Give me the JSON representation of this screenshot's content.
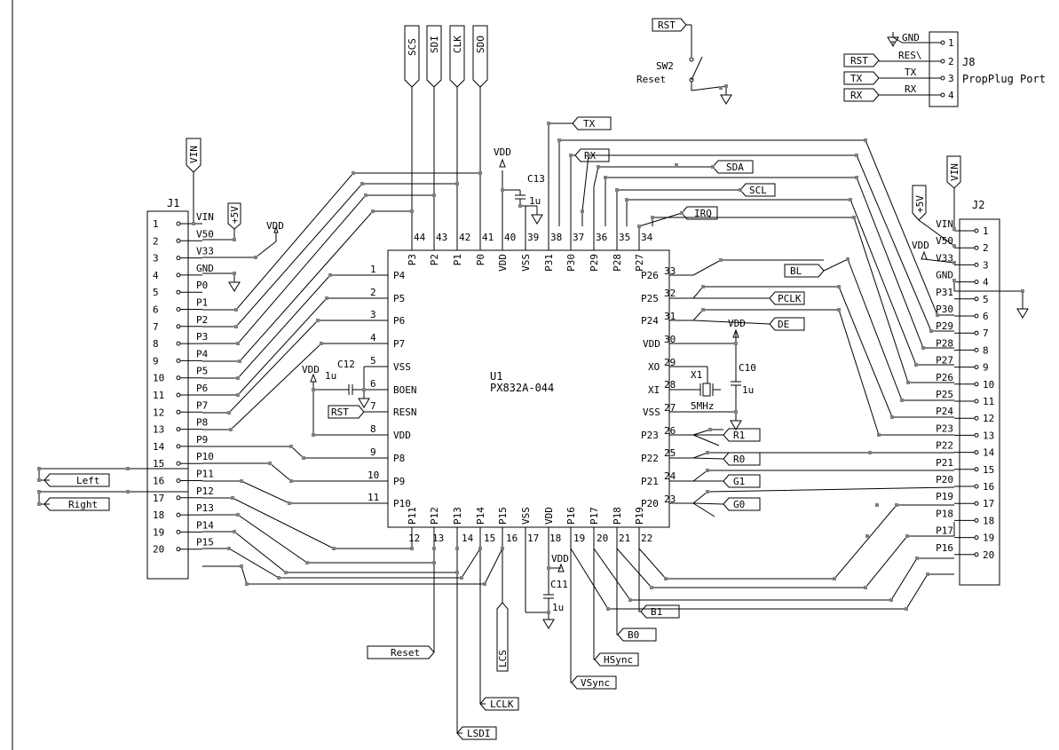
{
  "u1": {
    "ref": "U1",
    "part": "PX832A-044"
  },
  "u1_pins": [
    {
      "num": "1",
      "name": "P4"
    },
    {
      "num": "2",
      "name": "P5"
    },
    {
      "num": "3",
      "name": "P6"
    },
    {
      "num": "4",
      "name": "P7"
    },
    {
      "num": "5",
      "name": "VSS"
    },
    {
      "num": "6",
      "name": "BOEN"
    },
    {
      "num": "7",
      "name": "RESN"
    },
    {
      "num": "8",
      "name": "VDD"
    },
    {
      "num": "9",
      "name": "P8"
    },
    {
      "num": "10",
      "name": "P9"
    },
    {
      "num": "11",
      "name": "P10"
    },
    {
      "num": "12",
      "name": "P11"
    },
    {
      "num": "13",
      "name": "P12"
    },
    {
      "num": "14",
      "name": "P13"
    },
    {
      "num": "15",
      "name": "P14"
    },
    {
      "num": "16",
      "name": "P15"
    },
    {
      "num": "17",
      "name": "VSS"
    },
    {
      "num": "18",
      "name": "VDD"
    },
    {
      "num": "19",
      "name": "P16"
    },
    {
      "num": "20",
      "name": "P17"
    },
    {
      "num": "21",
      "name": "P18"
    },
    {
      "num": "22",
      "name": "P19"
    },
    {
      "num": "23",
      "name": "P20"
    },
    {
      "num": "24",
      "name": "P21"
    },
    {
      "num": "25",
      "name": "P22"
    },
    {
      "num": "26",
      "name": "P23"
    },
    {
      "num": "27",
      "name": "VSS"
    },
    {
      "num": "28",
      "name": "XI"
    },
    {
      "num": "29",
      "name": "XO"
    },
    {
      "num": "30",
      "name": "VDD"
    },
    {
      "num": "31",
      "name": "P24"
    },
    {
      "num": "32",
      "name": "P25"
    },
    {
      "num": "33",
      "name": "P26"
    },
    {
      "num": "34",
      "name": "P27"
    },
    {
      "num": "35",
      "name": "P28"
    },
    {
      "num": "36",
      "name": "P29"
    },
    {
      "num": "37",
      "name": "P30"
    },
    {
      "num": "38",
      "name": "P31"
    },
    {
      "num": "39",
      "name": "VSS"
    },
    {
      "num": "40",
      "name": "VDD"
    },
    {
      "num": "41",
      "name": "P0"
    },
    {
      "num": "42",
      "name": "P1"
    },
    {
      "num": "43",
      "name": "P2"
    },
    {
      "num": "44",
      "name": "P3"
    }
  ],
  "j1": {
    "ref": "J1",
    "pins": [
      {
        "num": "1",
        "name": "VIN"
      },
      {
        "num": "2",
        "name": "V50"
      },
      {
        "num": "3",
        "name": "V33"
      },
      {
        "num": "4",
        "name": "GND"
      },
      {
        "num": "5",
        "name": "P0"
      },
      {
        "num": "6",
        "name": "P1"
      },
      {
        "num": "7",
        "name": "P2"
      },
      {
        "num": "8",
        "name": "P3"
      },
      {
        "num": "9",
        "name": "P4"
      },
      {
        "num": "10",
        "name": "P5"
      },
      {
        "num": "11",
        "name": "P6"
      },
      {
        "num": "12",
        "name": "P7"
      },
      {
        "num": "13",
        "name": "P8"
      },
      {
        "num": "14",
        "name": "P9"
      },
      {
        "num": "15",
        "name": "P10"
      },
      {
        "num": "16",
        "name": "P11"
      },
      {
        "num": "17",
        "name": "P12"
      },
      {
        "num": "18",
        "name": "P13"
      },
      {
        "num": "19",
        "name": "P14"
      },
      {
        "num": "20",
        "name": "P15"
      }
    ]
  },
  "j2": {
    "ref": "J2",
    "pins": [
      {
        "num": "1",
        "name": "VIN"
      },
      {
        "num": "2",
        "name": "V50"
      },
      {
        "num": "3",
        "name": "V33"
      },
      {
        "num": "4",
        "name": "GND"
      },
      {
        "num": "5",
        "name": "P31"
      },
      {
        "num": "6",
        "name": "P30"
      },
      {
        "num": "7",
        "name": "P29"
      },
      {
        "num": "8",
        "name": "P28"
      },
      {
        "num": "9",
        "name": "P27"
      },
      {
        "num": "10",
        "name": "P26"
      },
      {
        "num": "11",
        "name": "P25"
      },
      {
        "num": "12",
        "name": "P24"
      },
      {
        "num": "13",
        "name": "P23"
      },
      {
        "num": "14",
        "name": "P22"
      },
      {
        "num": "15",
        "name": "P21"
      },
      {
        "num": "16",
        "name": "P20"
      },
      {
        "num": "17",
        "name": "P19"
      },
      {
        "num": "18",
        "name": "P18"
      },
      {
        "num": "19",
        "name": "P17"
      },
      {
        "num": "20",
        "name": "P16"
      }
    ]
  },
  "j8": {
    "ref": "J8",
    "title": "PropPlug Port",
    "pins": [
      {
        "num": "1",
        "name": "GND"
      },
      {
        "num": "2",
        "name": "RES\\"
      },
      {
        "num": "3",
        "name": "TX"
      },
      {
        "num": "4",
        "name": "RX"
      }
    ]
  },
  "sw2": {
    "ref": "SW2",
    "name": "Reset"
  },
  "c10": {
    "ref": "C10",
    "value": "1u"
  },
  "c11": {
    "ref": "C11",
    "value": "1u"
  },
  "c12": {
    "ref": "C12",
    "value": "1u"
  },
  "c13": {
    "ref": "C13",
    "value": "1u"
  },
  "x1": {
    "ref": "X1",
    "value": "5MHz"
  },
  "power": {
    "vin": "VIN",
    "v5": "+5V",
    "vdd": "VDD",
    "gnd": "GND"
  },
  "net_labels": {
    "scs": "SCS",
    "sdi": "SDI",
    "clk": "CLK",
    "sdo": "SDO",
    "tx": "TX",
    "rx": "RX",
    "rst": "RST",
    "sda": "SDA",
    "scl": "SCL",
    "irq": "IRQ",
    "bl": "BL",
    "pclk": "PCLK",
    "de": "DE",
    "r1": "R1",
    "r0": "R0",
    "g1": "G1",
    "g0": "G0",
    "b1": "B1",
    "b0": "B0",
    "hsync": "HSync",
    "vsync": "VSync",
    "lcs": "LCS",
    "lclk": "LCLK",
    "lsdi": "LSDI",
    "reset": "Reset",
    "left": "Left",
    "right": "Right"
  }
}
